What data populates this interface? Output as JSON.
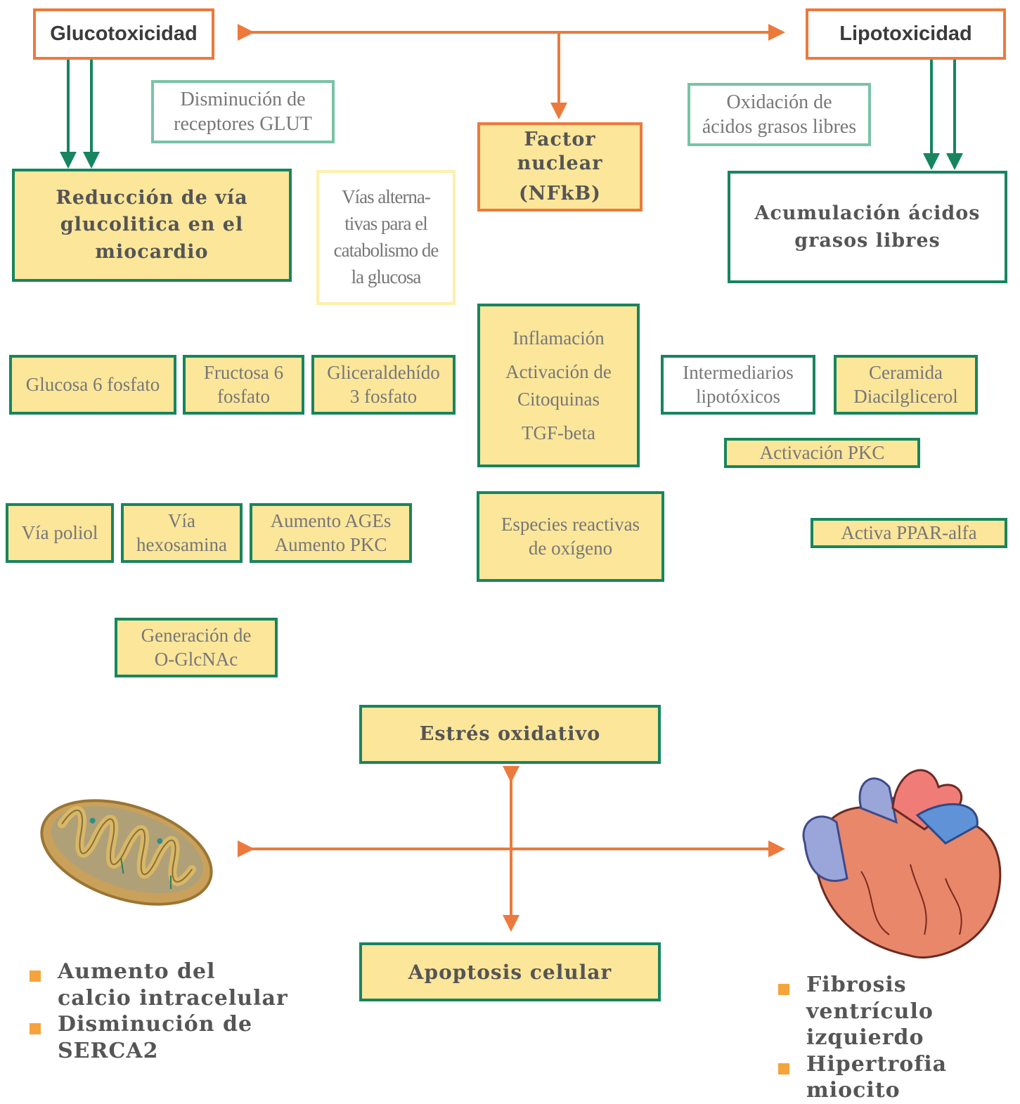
{
  "title_left": "Glucotoxicidad",
  "title_right": "Lipotoxicidad",
  "factor_nuclear": [
    "Factor nuclear",
    "(NFkB)"
  ],
  "disminucion_glut": [
    "Disminución de",
    "receptores GLUT"
  ],
  "oxidacion_agl": [
    "Oxidación de",
    "ácidos grasos libres"
  ],
  "reduccion_via": [
    "Reducción de vía",
    "glucolitica en el",
    "miocardio"
  ],
  "vias_alternativas": [
    "Vías alterna-",
    "tivas para el",
    "catabolismo de",
    "la glucosa"
  ],
  "acumulacion_agl": [
    "Acumulación ácidos",
    "grasos libres"
  ],
  "glucosa6": "Glucosa 6 fosfato",
  "fructosa6": [
    "Fructosa 6",
    "fosfato"
  ],
  "gliceraldehido3": [
    "Gliceraldehído",
    "3 fosfato"
  ],
  "inflamacion": [
    "Inflamación",
    "Activación de",
    "Citoquinas",
    "TGF-beta"
  ],
  "intermediarios": [
    "Intermediarios",
    "lipotóxicos"
  ],
  "ceramida": [
    "Ceramida",
    "Diacilglicerol"
  ],
  "activacion_pkc": "Activación PKC",
  "via_poliol": "Vía poliol",
  "via_hexosamina": [
    "Vía",
    "hexosamina"
  ],
  "aumento_ages": [
    "Aumento AGEs",
    "Aumento PKC"
  ],
  "especies_reactivas": [
    "Especies reactivas",
    "de oxígeno"
  ],
  "activa_ppar": "Activa PPAR-alfa",
  "generacion_oglcnac": [
    "Generación de",
    "O-GlcNAc"
  ],
  "estres_oxidativo": "Estrés oxidativo",
  "apoptosis": "Apoptosis celular",
  "left_bullets": [
    [
      "Aumento del",
      "calcio intracelular"
    ],
    [
      "Disminución de",
      "SERCA2"
    ]
  ],
  "right_bullets": [
    [
      "Fibrosis ventrículo",
      "izquierdo"
    ],
    [
      "Hipertrofia miocito"
    ]
  ],
  "colors": {
    "orange": "#ec7a3c",
    "green": "#17855f",
    "light_green": "#79c3a7",
    "light_yellow_border": "#fdf0ad",
    "box_fill": "#fbe69a",
    "bullet": "#f5a33c"
  },
  "icons": [
    "mitochondrion-illustration",
    "heart-illustration"
  ]
}
